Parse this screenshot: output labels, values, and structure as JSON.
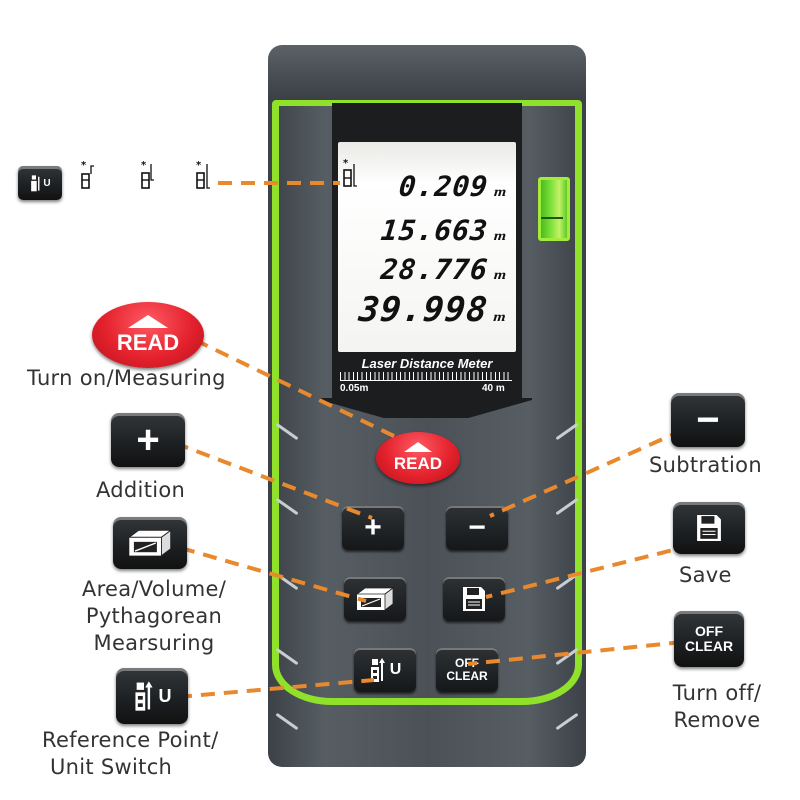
{
  "device": {
    "brand_text": "Laser Distance Meter",
    "range_min": "0.05m",
    "range_max": "40 m",
    "colors": {
      "body": "#4b5157",
      "accent_green": "#8fe12a",
      "read_red": "#e4222d",
      "callout_line": "#e8892e"
    },
    "display": {
      "readings": [
        {
          "value": "0.209",
          "unit": "m"
        },
        {
          "value": "15.663",
          "unit": "m"
        },
        {
          "value": "28.776",
          "unit": "m"
        },
        {
          "value": "39.998",
          "unit": "m"
        }
      ],
      "reference_icon": "reference-point-rear-icon"
    },
    "buttons": {
      "read": "READ",
      "plus": "+",
      "minus": "−",
      "area": "area-volume-icon",
      "save": "save-icon",
      "ref_unit": "U",
      "off_clear_line1": "OFF",
      "off_clear_line2": "CLEAR"
    }
  },
  "reference_legend": {
    "icons": [
      "reference-unit-key-icon",
      "reference-front-icon",
      "reference-tripod-icon",
      "reference-rear-icon"
    ]
  },
  "callouts": {
    "read": {
      "button": "READ",
      "label": "Turn on/Measuring"
    },
    "addition": {
      "button": "+",
      "label": "Addition"
    },
    "area": {
      "label_line1": "Area/Volume/",
      "label_line2": "Pythagorean",
      "label_line3": "Mearsuring"
    },
    "reference": {
      "button_text": "U",
      "label_line1": "Reference Point/",
      "label_line2": "Unit Switch"
    },
    "subtraction": {
      "button": "−",
      "label": "Subtration"
    },
    "save": {
      "label": "Save"
    },
    "off_clear": {
      "line1": "OFF",
      "line2": "CLEAR",
      "label_line1": "Turn off/",
      "label_line2": "Remove"
    }
  }
}
